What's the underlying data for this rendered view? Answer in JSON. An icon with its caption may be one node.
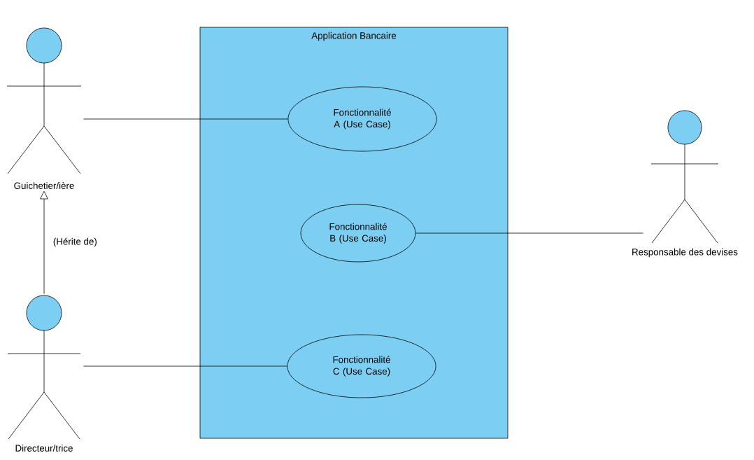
{
  "diagram": {
    "nodes": [
      {
        "text": [
          "Application Bancaire"
        ]
      },
      {
        "text": [
          "Fonctionnalité A (Use Case)"
        ],
        "in": 0
      },
      {
        "text": [
          "Fonctionnalité B (Use Case)"
        ],
        "in": 0
      },
      {
        "text": [
          "Fonctionnalité C (Use Case)"
        ],
        "in": 0
      },
      {
        "text": [
          "Guichetier/ière"
        ]
      },
      {
        "text": [
          "Directeur/trice"
        ]
      },
      {
        "text": [
          "Responsable des devises"
        ]
      }
    ],
    "edges": [
      {
        "from": 4,
        "to": 1,
        "arrow": "none"
      },
      {
        "from": 2,
        "to": 6,
        "arrow": "none"
      },
      {
        "from": 5,
        "to": 3,
        "arrow": "none"
      },
      {
        "from": 5,
        "to": 4,
        "arrow": "to",
        "label": "(Hérite de)"
      }
    ]
  }
}
